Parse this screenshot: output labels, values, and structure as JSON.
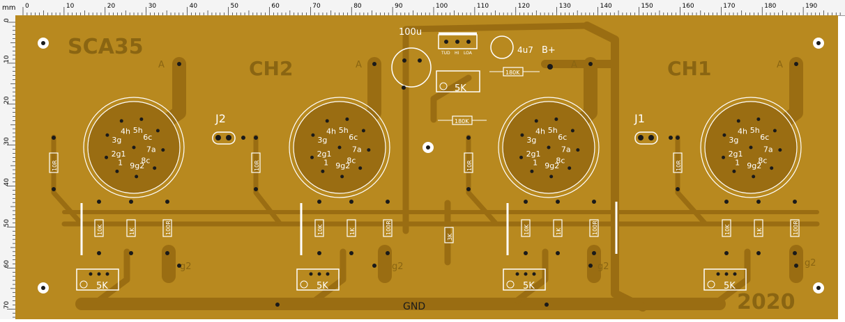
{
  "ruler": {
    "unit": "mm",
    "top_labels": [
      "0",
      "10",
      "20",
      "30",
      "40",
      "50",
      "60",
      "70",
      "80",
      "90",
      "100",
      "110",
      "120",
      "130",
      "140",
      "150",
      "160",
      "170",
      "180",
      "190"
    ],
    "left_labels": [
      "0",
      "10",
      "20",
      "30",
      "40",
      "50",
      "60",
      "70"
    ]
  },
  "board": {
    "colors": {
      "substrate": "#b8891f",
      "copper": "#9a6d12",
      "hole": "#1a1a1a",
      "silk": "#ffffff",
      "text": "#8a6512"
    },
    "labels": {
      "title": "SCA35",
      "year": "2020",
      "ch1": "CH1",
      "ch2": "CH2",
      "gnd": "GND",
      "j1": "J1",
      "j2": "J2",
      "bplus": "B+",
      "anode_a": "A",
      "grid2": "g2"
    },
    "tube_pins": [
      "4h",
      "5h",
      "6c",
      "7a",
      "3g",
      "8c",
      "2g1",
      "9g2",
      "1"
    ],
    "components": {
      "cap_big": "100u",
      "cap_small": "4u7",
      "res_180k_a": "180K",
      "res_180k_b": "180K",
      "res_10r": "10R",
      "res_1k": "1K",
      "res_100r": "100R",
      "res_10k": "10K",
      "res_3k": "3K",
      "pot_5k": "5K",
      "switch": [
        "TUD",
        "HI",
        "LOA"
      ]
    }
  }
}
